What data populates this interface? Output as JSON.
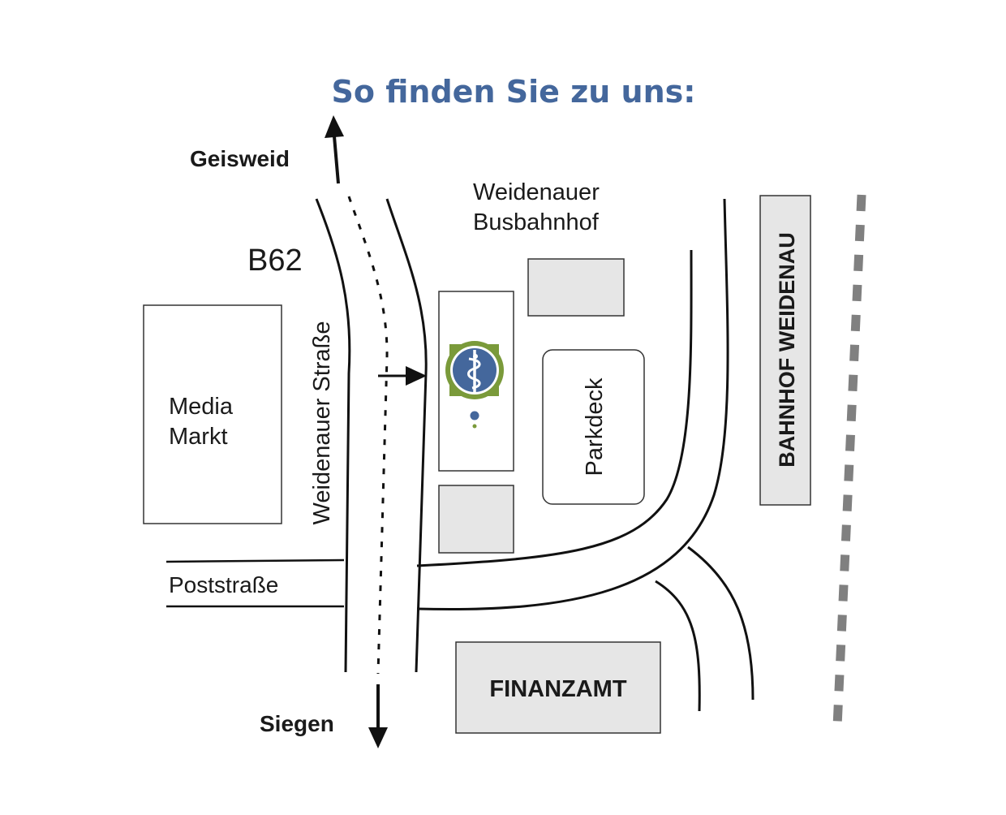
{
  "title": "So finden Sie zu uns:",
  "directions": {
    "north": "Geisweid",
    "south": "Siegen"
  },
  "roads": {
    "highway": "B62",
    "main_street": "Weidenauer Straße",
    "side_street": "Poststraße"
  },
  "places": {
    "bus_station_line1": "Weidenauer",
    "bus_station_line2": "Busbahnhof",
    "media_markt_line1": "Media",
    "media_markt_line2": "Markt",
    "parking": "Parkdeck",
    "train_station": "BAHNHOF WEIDENAU",
    "tax_office": "FINANZAMT"
  },
  "colors": {
    "title": "#44679c",
    "logo_blue": "#44679c",
    "logo_green": "#7a9a3a",
    "building_fill": "#e6e6e6",
    "rail": "#808080"
  },
  "icons": [
    "aesculapius-logo-icon",
    "arrow-up-icon",
    "arrow-down-icon",
    "arrow-right-icon"
  ]
}
